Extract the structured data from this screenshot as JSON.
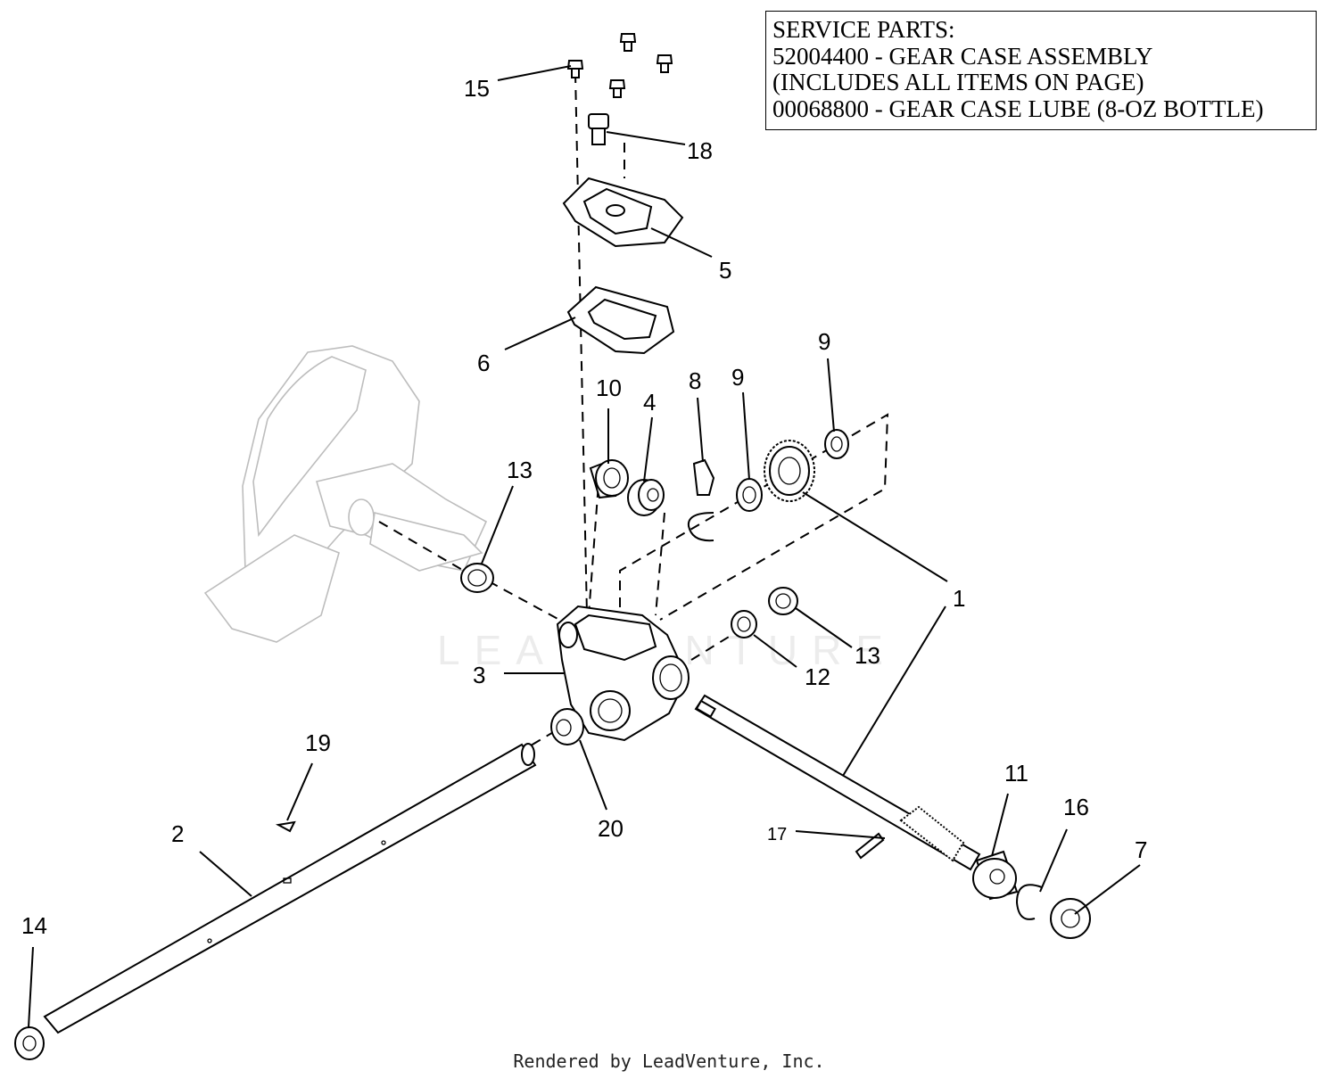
{
  "service_box": {
    "lines": [
      "SERVICE PARTS:",
      "52004400 - GEAR CASE ASSEMBLY",
      "(INCLUDES ALL ITEMS ON PAGE)",
      "00068800 - GEAR CASE LUBE (8-OZ BOTTLE)"
    ]
  },
  "watermark": "LEADVENTURE",
  "callouts": [
    "15",
    "18",
    "5",
    "6",
    "10",
    "4",
    "8",
    "9",
    "9",
    "13",
    "1",
    "3",
    "13",
    "12",
    "19",
    "20",
    "2",
    "17",
    "11",
    "16",
    "7",
    "14"
  ],
  "footer": "Rendered by LeadVenture, Inc."
}
